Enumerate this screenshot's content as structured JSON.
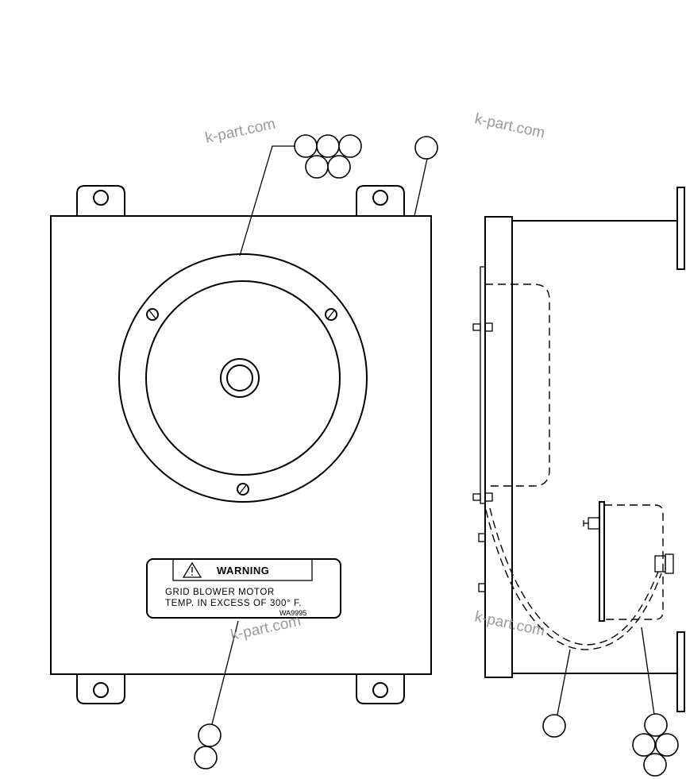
{
  "watermark": "k-part.com",
  "warning_plate": {
    "title": "WARNING",
    "line1": "GRID BLOWER MOTOR",
    "line2": "TEMP. IN EXCESS OF 300° F.",
    "code": "WA9995"
  },
  "colors": {
    "line": "#000000",
    "background": "#ffffff",
    "watermark": "#9a9a9a"
  },
  "callout_balloons": {
    "motor_group": 5,
    "top_right": 1,
    "plate_group": 2,
    "cable_single": 1,
    "bracket_group": 4
  }
}
